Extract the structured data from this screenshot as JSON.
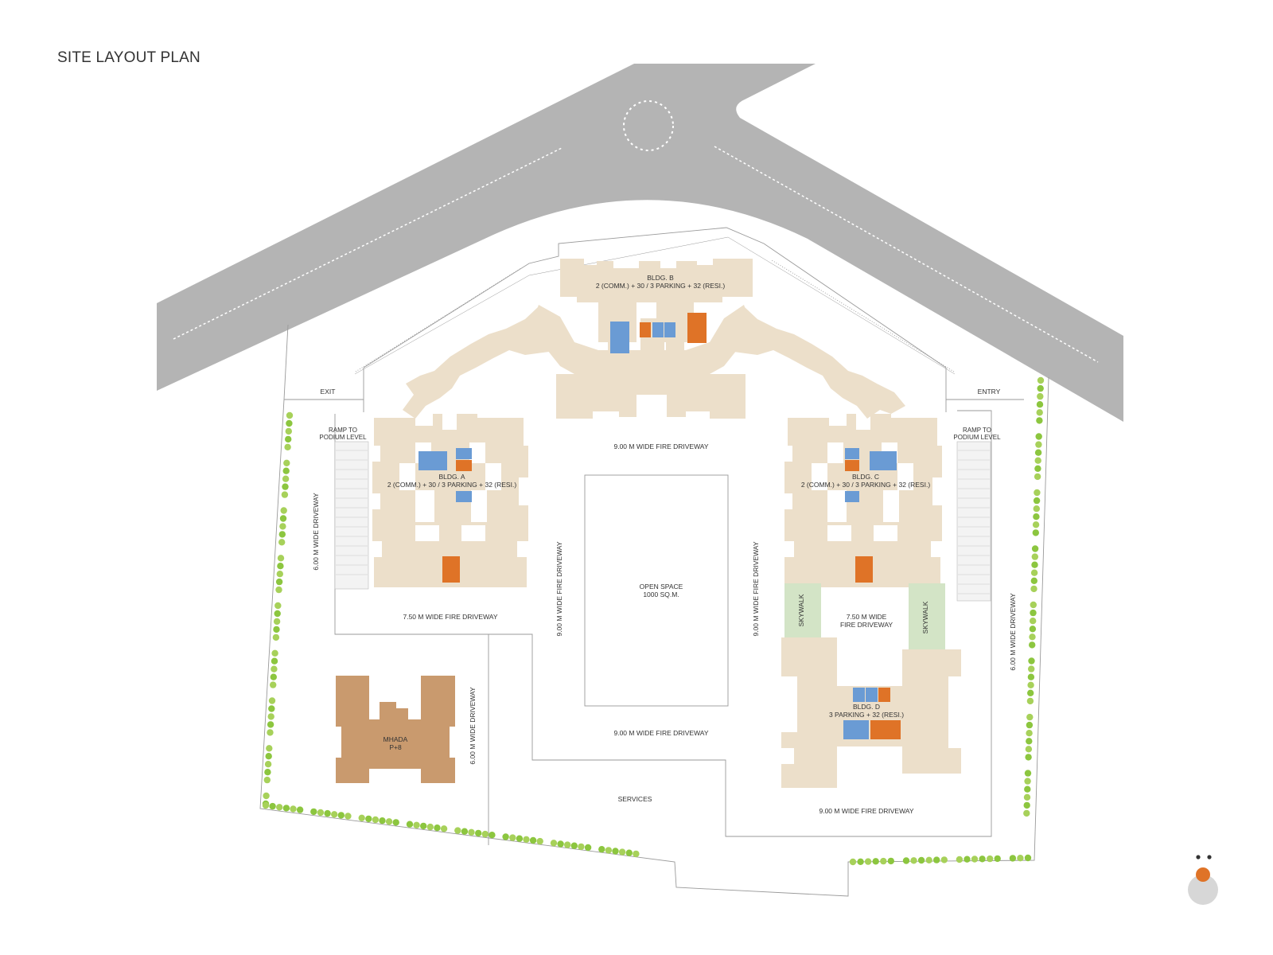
{
  "title": "SITE LAYOUT PLAN",
  "labels": {
    "exit": "EXIT",
    "entry": "ENTRY",
    "ramp_left": [
      "RAMP TO",
      "PODIUM LEVEL"
    ],
    "ramp_right": [
      "RAMP TO",
      "PODIUM LEVEL"
    ],
    "bldg_a": [
      "BLDG. A",
      "2 (COMM.) + 30 / 3 PARKING + 32 (RESI.)"
    ],
    "bldg_b": [
      "BLDG. B",
      "2 (COMM.) + 30 / 3 PARKING + 32 (RESI.)"
    ],
    "bldg_c": [
      "BLDG. C",
      "2 (COMM.) + 30 / 3 PARKING + 32 (RESI.)"
    ],
    "bldg_d": [
      "BLDG. D",
      "3 PARKING + 32 (RESI.)"
    ],
    "mhada": [
      "MHADA",
      "P+8"
    ],
    "open_space": [
      "OPEN SPACE",
      "1000 SQ.M."
    ],
    "fire_driveway_top": "9.00 M WIDE FIRE DRIVEWAY",
    "fire_driveway_mid": "9.00 M WIDE FIRE DRIVEWAY",
    "fire_driveway_bottom": "9.00 M WIDE FIRE DRIVEWAY",
    "fire_driveway_v_left": "9.00 M WIDE FIRE DRIVEWAY",
    "fire_driveway_v_right": "9.00 M WIDE FIRE DRIVEWAY",
    "fire_driveway_750_left": "7.50 M WIDE FIRE DRIVEWAY",
    "fire_driveway_750_right": [
      "7.50 M WIDE",
      "FIRE DRIVEWAY"
    ],
    "driveway_600_left": "6.00 M WIDE DRIVEWAY",
    "driveway_600_mhada": "6.00 M WIDE DRIVEWAY",
    "driveway_600_right": "6.00 M WIDE DRIVEWAY",
    "skywalk_left": "SKYWALK",
    "skywalk_right": "SKYWALK",
    "services": "SERVICES"
  },
  "colors": {
    "road": "#b4b4b4",
    "building": "#ecdfca",
    "mhada": "#c99a6e",
    "core_blue": "#6a9bd4",
    "core_orange": "#df7327",
    "skywalk": "#d3e4c6",
    "tree": "#8cc63f",
    "outline": "#9a9a9a"
  }
}
